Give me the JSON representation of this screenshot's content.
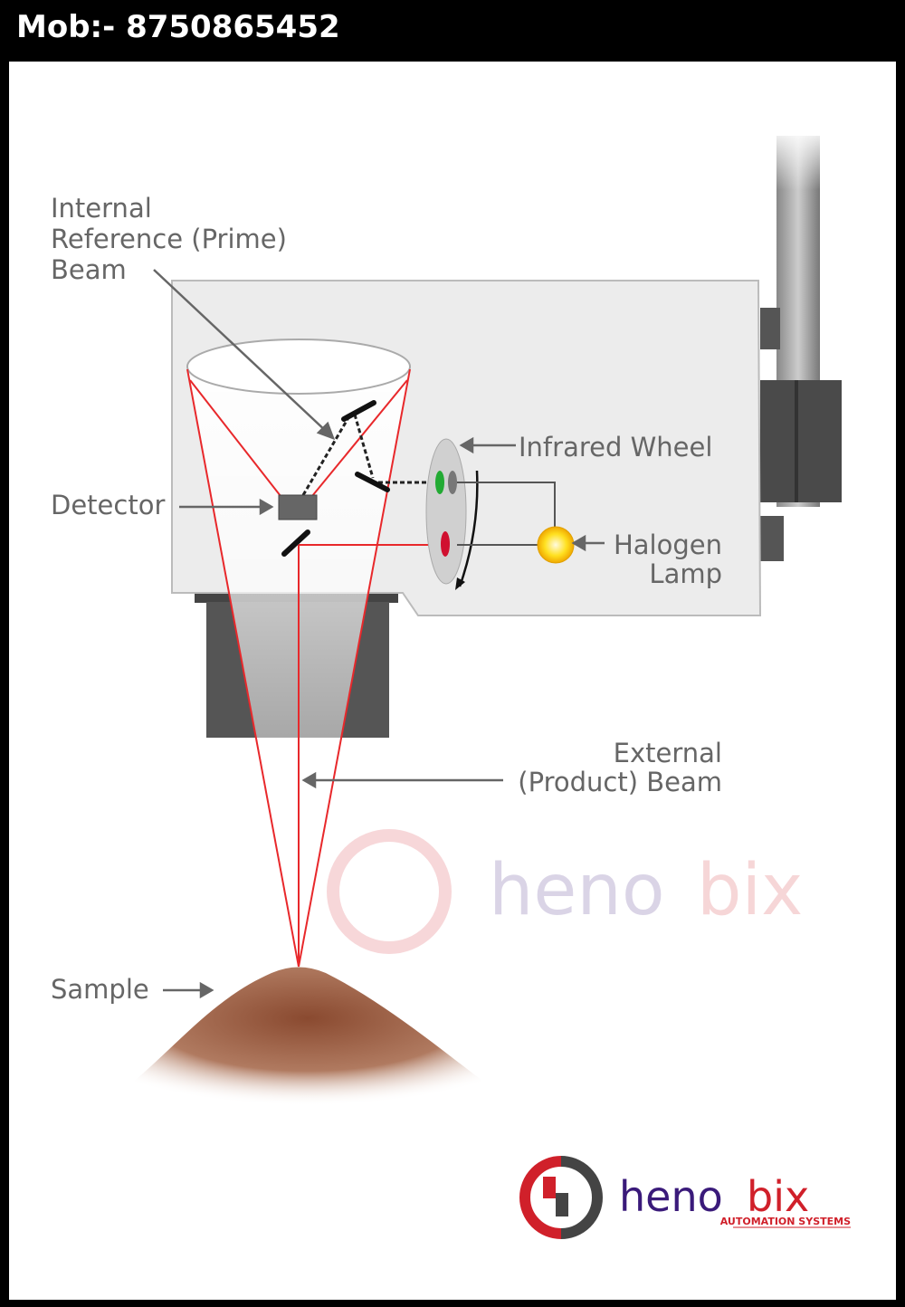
{
  "header": {
    "mobile": "Mob:- 8750865452"
  },
  "labels": {
    "internal_beam": [
      "Internal",
      "Reference (Prime)",
      "Beam"
    ],
    "detector": "Detector",
    "infrared_wheel": "Infrared Wheel",
    "halogen_lamp": [
      "Halogen",
      "Lamp"
    ],
    "external_beam": [
      "External",
      "(Product) Beam"
    ],
    "sample": "Sample"
  },
  "logo": {
    "name_main": "heno",
    "name_accent": "bix",
    "tagline": "AUTOMATION SYSTEMS"
  },
  "colors": {
    "beam": "#e8282b",
    "brand_purple": "#3a1a7a",
    "brand_red": "#d0202a",
    "label_gray": "#666666"
  }
}
